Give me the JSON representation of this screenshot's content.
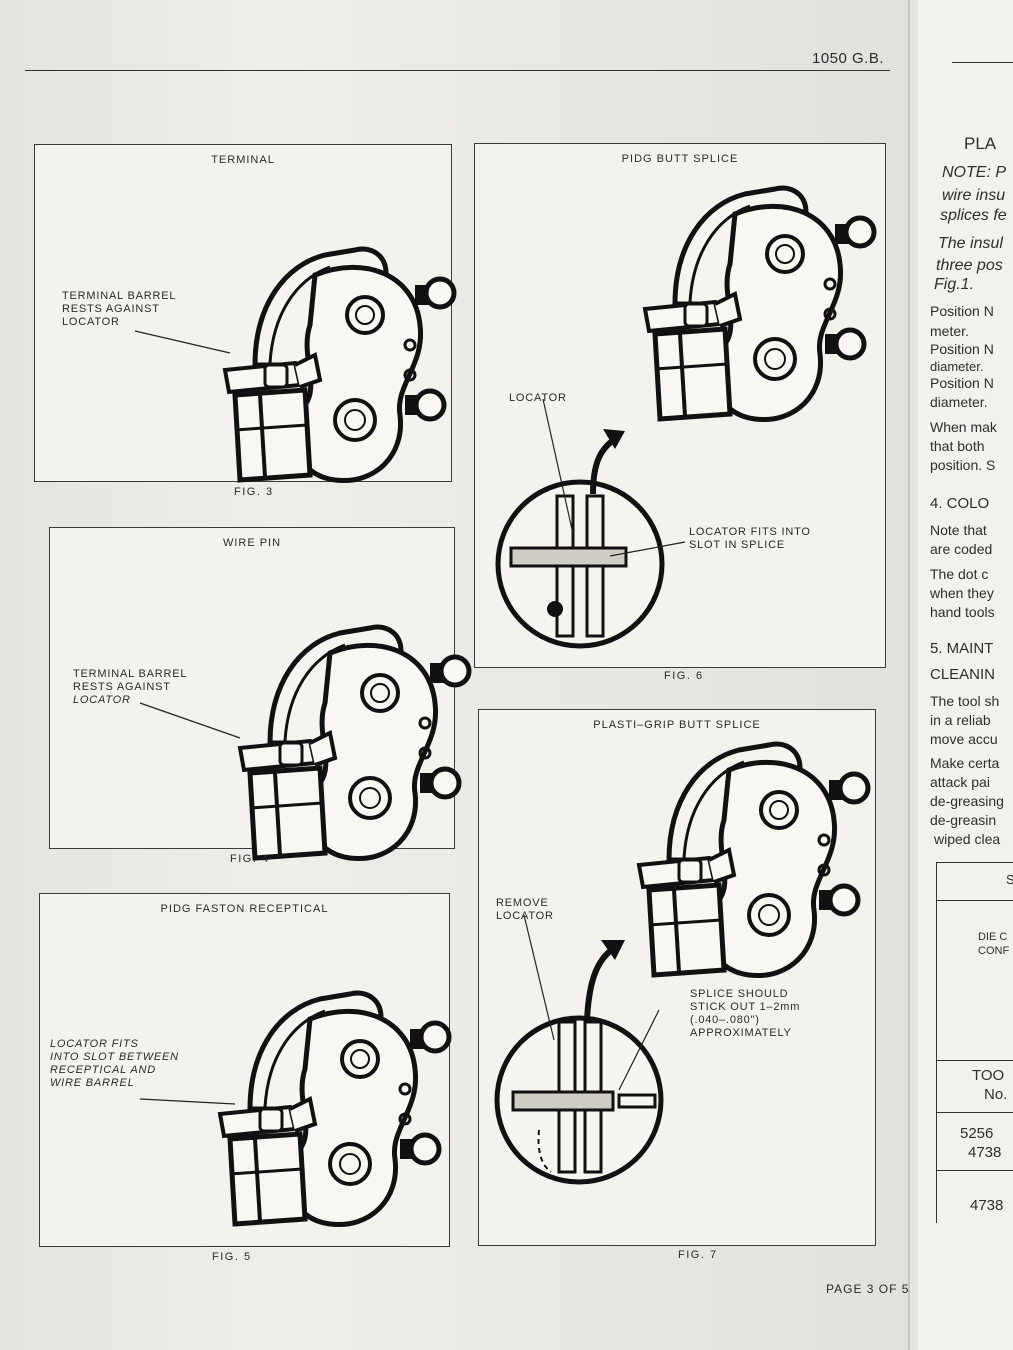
{
  "header": {
    "doc_code": "1050 G.B."
  },
  "figures": {
    "fig3": {
      "title": "TERMINAL",
      "caption": "FIG. 3",
      "callout": [
        "TERMINAL BARREL",
        "RESTS AGAINST",
        "LOCATOR"
      ]
    },
    "fig4": {
      "title": "WIRE PIN",
      "caption": "FIG. 4",
      "callout": [
        "TERMINAL BARREL",
        "RESTS AGAINST",
        "LOCATOR"
      ]
    },
    "fig5": {
      "title": "PIDG FASTON RECEPTICAL",
      "caption": "FIG. 5",
      "callout": [
        "LOCATOR FITS",
        "INTO SLOT BETWEEN",
        "RECEPTICAL AND",
        "WIRE BARREL"
      ]
    },
    "fig6": {
      "title": "PIDG BUTT SPLICE",
      "caption": "FIG. 6",
      "callout_locator": "LOCATOR",
      "callout_fits": [
        "LOCATOR FITS INTO",
        "SLOT IN SPLICE"
      ]
    },
    "fig7": {
      "title": "PLASTI–GRIP BUTT SPLICE",
      "caption": "FIG. 7",
      "callout_remove": [
        "REMOVE",
        "LOCATOR"
      ],
      "callout_splice": [
        "SPLICE SHOULD",
        "STICK OUT 1–2mm",
        "(.040–.080\")",
        "APPROXIMATELY"
      ]
    }
  },
  "footer": {
    "page": "PAGE 3 OF 5"
  },
  "right_column": {
    "lines": [
      "PLA",
      "NOTE: P",
      "wire  insu",
      "splices fe",
      "The insul",
      "three pos",
      "Fig.1.",
      "Position N",
      "meter.",
      "Position N",
      "diameter.",
      "Position N",
      "diameter.",
      "When  mak",
      "that  both",
      "position. S",
      "4.  COLO",
      "Note that",
      "are coded",
      "The dot c",
      "when  they",
      "hand tools",
      "5.  MAINT",
      "CLEANIN",
      "The tool sh",
      "in a reliab",
      "move  accu",
      "Make certa",
      "attack  pai",
      "de-greasing",
      "de-greasin",
      "wiped clea"
    ],
    "table": {
      "header_cell": "S",
      "die_label": [
        "DIE C",
        "CONF"
      ],
      "tool_label": [
        "TOO",
        "No."
      ],
      "rows": [
        [
          "5256",
          "4738"
        ],
        [
          "4738"
        ]
      ]
    }
  }
}
